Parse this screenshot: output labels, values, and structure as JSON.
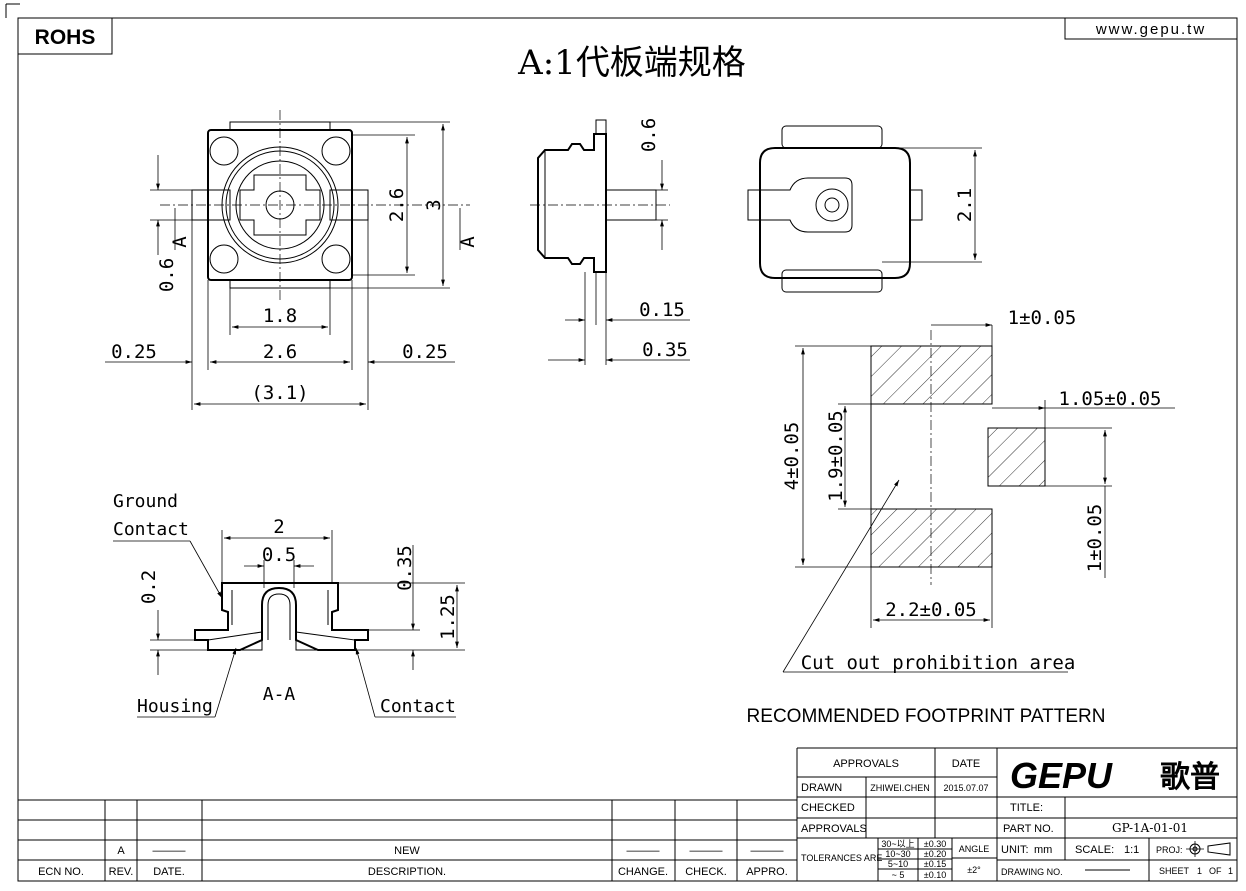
{
  "header": {
    "rohs": "ROHS",
    "website": "www.gepu.tw",
    "title": "A:1代板端规格"
  },
  "front_view": {
    "dim_0_6": "0.6",
    "dim_2_6_v": "2.6",
    "dim_3": "3",
    "dim_1_8": "1.8",
    "dim_0_25_l": "0.25",
    "dim_2_6_h": "2.6",
    "dim_0_25_r": "0.25",
    "dim_3_1": "(3.1)",
    "section_a_left": "A",
    "section_a_right": "A"
  },
  "side_view": {
    "dim_0_6": "0.6",
    "dim_0_15": "0.15",
    "dim_0_35": "0.35"
  },
  "top_view": {
    "dim_2_1": "2.1"
  },
  "section": {
    "ground_contact": [
      "Ground",
      "Contact"
    ],
    "dim_2": "2",
    "dim_0_5": "0.5",
    "dim_0_2": "0.2",
    "dim_0_35": "0.35",
    "dim_1_25": "1.25",
    "housing": "Housing",
    "section_label": "A-A",
    "contact": "Contact"
  },
  "footprint": {
    "dim_1": "1±0.05",
    "dim_1_05": "1.05±0.05",
    "dim_4": "4±0.05",
    "dim_1_9": "1.9±0.05",
    "dim_1_b": "1±0.05",
    "dim_2_2": "2.2±0.05",
    "cutout": "Cut out prohibition area",
    "caption": "RECOMMENDED FOOTPRINT PATTERN"
  },
  "title_block": {
    "approvals": "APPROVALS",
    "date": "DATE",
    "drawn": "DRAWN",
    "drawn_by": "ZHIWEI.CHEN",
    "drawn_date": "2015.07.07",
    "checked": "CHECKED",
    "approvals2": "APPROVALS",
    "tolerances": "TOLERANCES ARE",
    "tol_rows": [
      {
        "range": "30~以上",
        "tol": "±0.30"
      },
      {
        "range": "10~30",
        "tol": "±0.20"
      },
      {
        "range": "5~10",
        "tol": "±0.15"
      },
      {
        "range": "~ 5",
        "tol": "±0.10"
      }
    ],
    "angle": "ANGLE",
    "angle_tol": "±2°",
    "brand_latin": "GEPU",
    "brand_cn": "歌普",
    "title_lbl": "TITLE:",
    "part_no_lbl": "PART NO.",
    "part_no": "GP-1A-01-01",
    "unit_lbl": "UNIT:",
    "unit": "mm",
    "scale_lbl": "SCALE:",
    "scale": "1:1",
    "proj_lbl": "PROJ:",
    "drawing_no_lbl": "DRAWING NO.",
    "sheet_lbl": "SHEET",
    "sheet_no": "1",
    "sheet_of": "OF",
    "sheet_total": "1"
  },
  "revision_block": {
    "rev": "A",
    "description": "NEW",
    "dash": "———",
    "ecn_no": "ECN NO.",
    "rev_lbl": "REV.",
    "date_lbl": "DATE.",
    "description_lbl": "DESCRIPTION.",
    "change": "CHANGE.",
    "check": "CHECK.",
    "appro": "APPRO."
  }
}
